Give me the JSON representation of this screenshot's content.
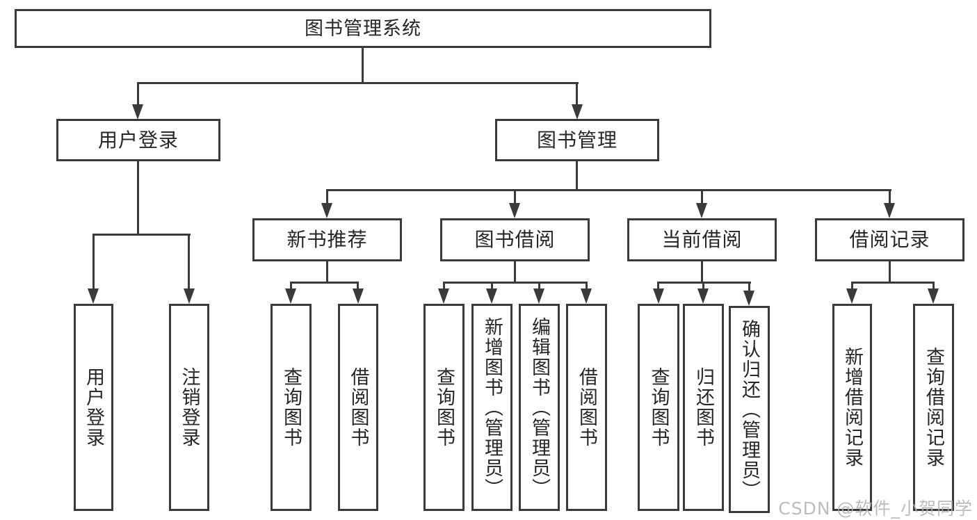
{
  "colors": {
    "background": "#ffffff",
    "box_background": "#ffffff",
    "box_border": "#3a3a3a",
    "line": "#3a3a3a",
    "text": "#262626",
    "watermark": "#b1b1b1"
  },
  "tree": {
    "label": "图书管理系统",
    "children": [
      {
        "label": "用户登录",
        "children": [
          {
            "label": "用户登录"
          },
          {
            "label": "注销登录"
          }
        ]
      },
      {
        "label": "图书管理",
        "children": [
          {
            "label": "新书推荐",
            "children": [
              {
                "label": "查询图书"
              },
              {
                "label": "借阅图书"
              }
            ]
          },
          {
            "label": "图书借阅",
            "children": [
              {
                "label": "查询图书"
              },
              {
                "label": "新增图书（管理员）"
              },
              {
                "label": "编辑图书（管理员）"
              },
              {
                "label": "借阅图书"
              }
            ]
          },
          {
            "label": "当前借阅",
            "children": [
              {
                "label": "查询图书"
              },
              {
                "label": "归还图书"
              },
              {
                "label": "确认归还（管理员）"
              }
            ]
          },
          {
            "label": "借阅记录",
            "children": [
              {
                "label": "新增借阅记录"
              },
              {
                "label": "查询借阅记录"
              }
            ]
          }
        ]
      }
    ]
  },
  "watermark": {
    "text": "CSDN @软件_小贺同学"
  }
}
